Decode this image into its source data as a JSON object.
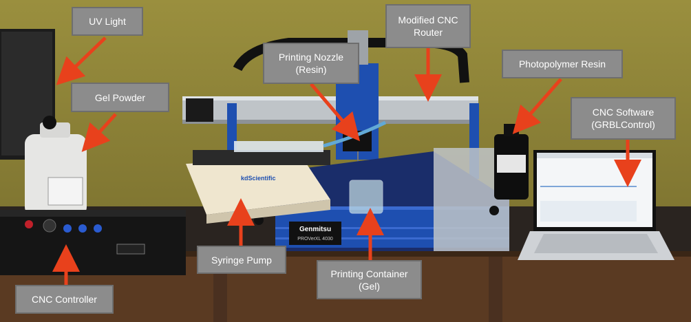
{
  "labels": {
    "uv_light": "UV Light",
    "gel_powder": "Gel Powder",
    "cnc_controller": "CNC Controller",
    "syringe_pump": "Syringe Pump",
    "printing_nozzle": [
      "Printing Nozzle",
      "(Resin)"
    ],
    "modified_cnc_router": [
      "Modified CNC",
      "Router"
    ],
    "photopolymer_resin": "Photopolymer Resin",
    "cnc_software": [
      "CNC Software",
      "(GRBLControl)"
    ],
    "printing_container": [
      "Printing Container",
      "(Gel)"
    ]
  },
  "device_text": {
    "router_brand": "Genmitsu",
    "router_model": "PROVerXL 4030",
    "pump_brand": "kdScientific"
  },
  "colors": {
    "wall": "#8a8036",
    "bench": "#5a3a22",
    "router_blue": "#1e4fb0",
    "rail_silver": "#bfc4c8",
    "label_bg": "#8c8c8c",
    "arrow": "#e8411c"
  }
}
